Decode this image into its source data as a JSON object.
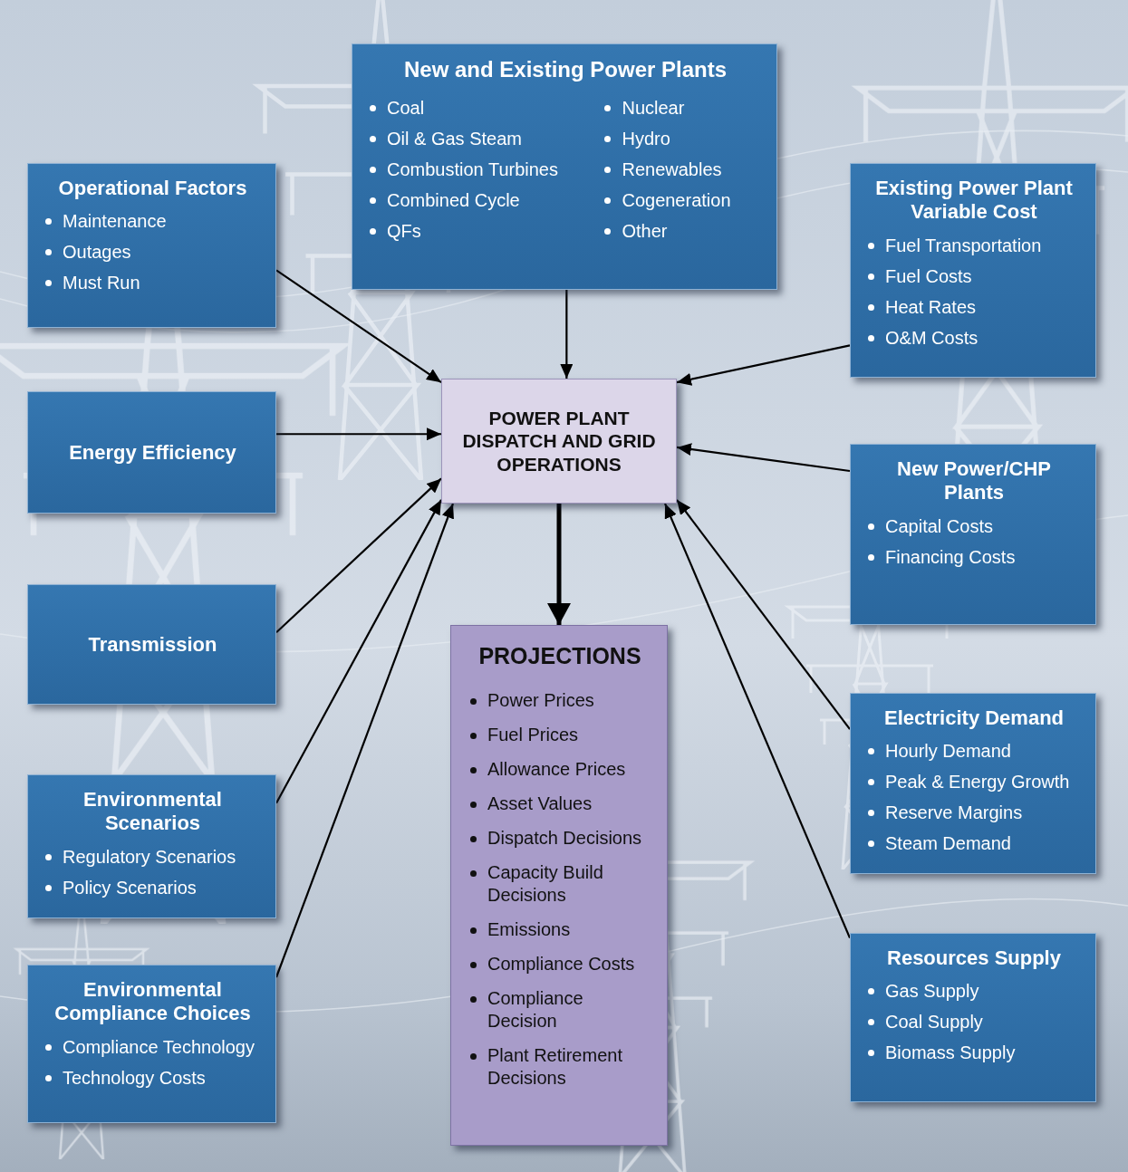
{
  "diagram": {
    "nodes": [
      {
        "text": [
          "New and Existing Power Plants",
          "Coal",
          "Oil & Gas Steam",
          "Combustion Turbines",
          "Combined Cycle",
          "QFs",
          "Nuclear",
          "Hydro",
          "Renewables",
          "Cogeneration",
          "Other"
        ]
      },
      {
        "text": [
          "Operational Factors",
          "Maintenance",
          "Outages",
          "Must Run"
        ]
      },
      {
        "text": [
          "Existing Power Plant Variable Cost",
          "Fuel Transportation",
          "Fuel Costs",
          "Heat Rates",
          "O&M Costs"
        ]
      },
      {
        "text": [
          "Energy Efficiency"
        ]
      },
      {
        "text": [
          "POWER PLANT DISPATCH AND GRID OPERATIONS"
        ]
      },
      {
        "text": [
          "New Power/CHP Plants",
          "Capital Costs",
          "Financing Costs"
        ]
      },
      {
        "text": [
          "Transmission"
        ]
      },
      {
        "text": [
          "PROJECTIONS",
          "Power Prices",
          "Fuel Prices",
          "Allowance Prices",
          "Asset Values",
          "Dispatch Decisions",
          "Capacity Build Decisions",
          "Emissions",
          "Compliance Costs",
          "Compliance Decision",
          "Plant Retirement Decisions"
        ]
      },
      {
        "text": [
          "Electricity Demand",
          "Hourly Demand",
          "Peak & Energy Growth",
          "Reserve Margins",
          "Steam Demand"
        ]
      },
      {
        "text": [
          "Environmental Scenarios",
          "Regulatory Scenarios",
          "Policy Scenarios"
        ]
      },
      {
        "text": [
          "Environmental Compliance Choices",
          "Compliance Technology",
          "Technology Costs"
        ]
      },
      {
        "text": [
          "Resources Supply",
          "Gas Supply",
          "Coal Supply",
          "Biomass Supply"
        ]
      }
    ],
    "edges": [
      {
        "from": 0,
        "to": 4,
        "arrow": "to"
      },
      {
        "from": 1,
        "to": 4,
        "arrow": "to"
      },
      {
        "from": 2,
        "to": 4,
        "arrow": "to"
      },
      {
        "from": 3,
        "to": 4,
        "arrow": "to"
      },
      {
        "from": 5,
        "to": 4,
        "arrow": "to"
      },
      {
        "from": 6,
        "to": 4,
        "arrow": "to"
      },
      {
        "from": 4,
        "to": 7,
        "arrow": "to"
      },
      {
        "from": 8,
        "to": 4,
        "arrow": "to"
      },
      {
        "from": 9,
        "to": 4,
        "arrow": "to"
      },
      {
        "from": 10,
        "to": 4,
        "arrow": "to"
      },
      {
        "from": 11,
        "to": 4,
        "arrow": "to"
      }
    ]
  }
}
